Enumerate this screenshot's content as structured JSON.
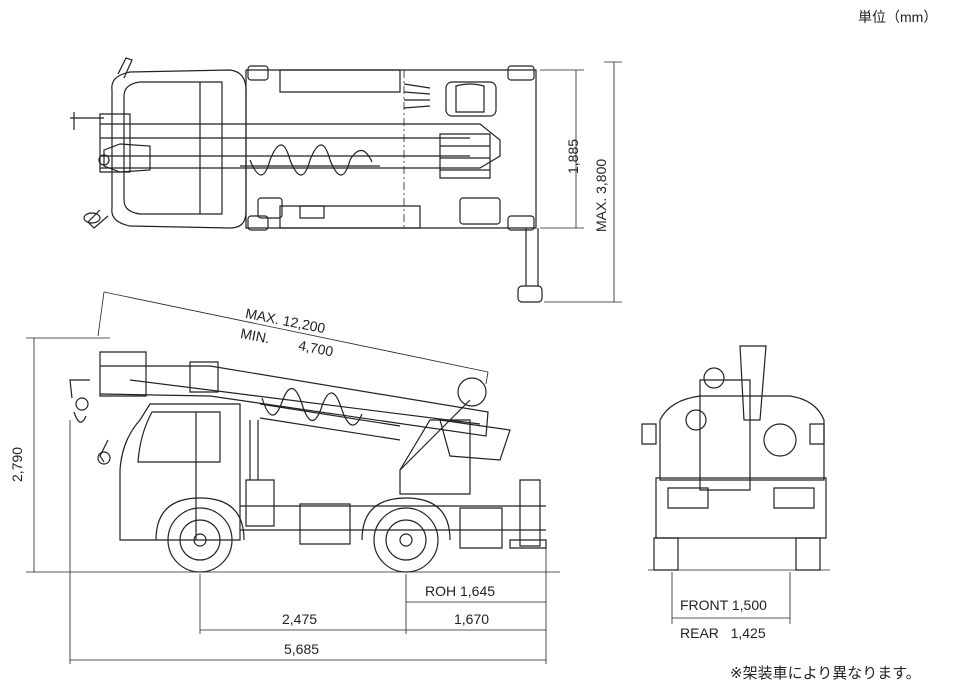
{
  "unit_note": "単位（mm）",
  "footnote": "※架装車により異なります。",
  "top_view": {
    "dim_1885": "1,885",
    "dim_max_3800": "MAX. 3,800"
  },
  "side_view": {
    "dim_height": "2,790",
    "boom_max": "MAX. 12,200",
    "boom_min_label": "MIN.",
    "boom_min_value": "4,700",
    "roh": "ROH 1,645",
    "dim_2475": "2,475",
    "dim_1670": "1,670",
    "dim_5685": "5,685"
  },
  "rear_view": {
    "front_track": "FRONT 1,500",
    "rear_track": "REAR   1,425"
  }
}
